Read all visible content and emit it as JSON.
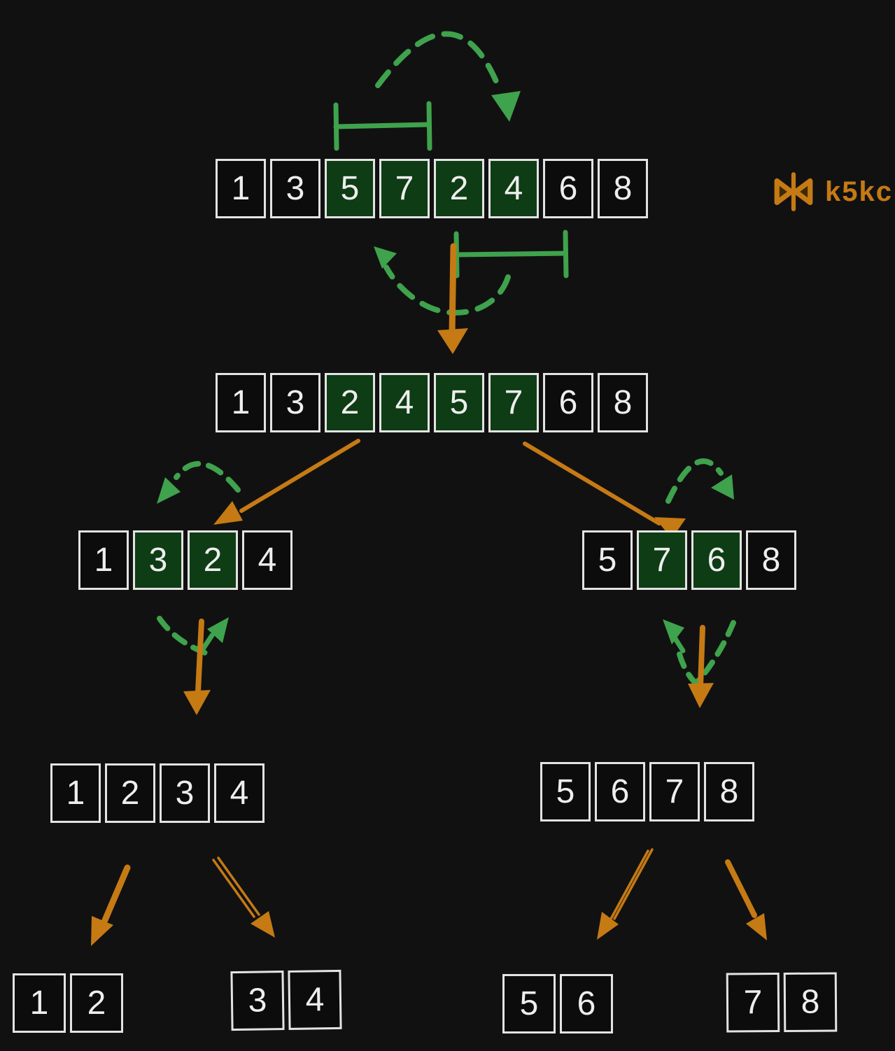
{
  "watermark": {
    "label": "k5kc"
  },
  "colors": {
    "bg": "#111112",
    "cellbg": "#0c0c0d",
    "border": "#e3e3e3",
    "highlight": "#0e3c14",
    "green": "#3fa24c",
    "orange": "#c57a14",
    "text": "#eeeeee"
  },
  "arrays": {
    "top": {
      "values": [
        "1",
        "3",
        "5",
        "7",
        "2",
        "4",
        "6",
        "8"
      ],
      "highlighted": [
        2,
        3,
        4,
        5
      ]
    },
    "merged": {
      "values": [
        "1",
        "3",
        "2",
        "4",
        "5",
        "7",
        "6",
        "8"
      ],
      "highlighted": [
        2,
        3,
        4,
        5
      ]
    },
    "left_half": {
      "values": [
        "1",
        "3",
        "2",
        "4"
      ],
      "highlighted": [
        1,
        2
      ]
    },
    "right_half": {
      "values": [
        "5",
        "7",
        "6",
        "8"
      ],
      "highlighted": [
        1,
        2
      ]
    },
    "left_half_sorted": {
      "values": [
        "1",
        "2",
        "3",
        "4"
      ],
      "highlighted": []
    },
    "right_half_sorted": {
      "values": [
        "5",
        "6",
        "7",
        "8"
      ],
      "highlighted": []
    },
    "pair_1_2": {
      "values": [
        "1",
        "2"
      ],
      "highlighted": []
    },
    "pair_3_4": {
      "values": [
        "3",
        "4"
      ],
      "highlighted": []
    },
    "pair_5_6": {
      "values": [
        "5",
        "6"
      ],
      "highlighted": []
    },
    "pair_7_8": {
      "values": [
        "7",
        "8"
      ],
      "highlighted": []
    }
  }
}
